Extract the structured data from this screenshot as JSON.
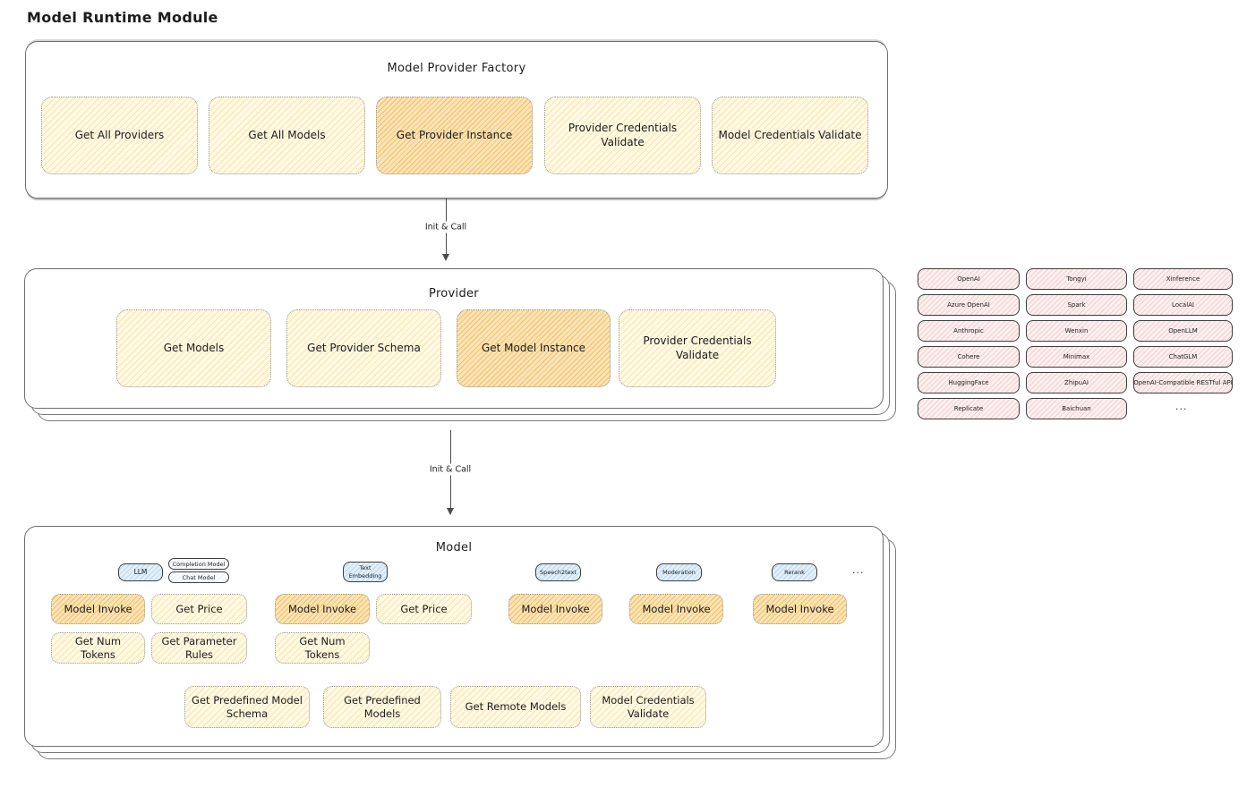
{
  "page_title": "Model Runtime Module",
  "connectors": {
    "top": "Init & Call",
    "bottom": "Init & Call"
  },
  "factory": {
    "title": "Model Provider Factory",
    "methods": [
      {
        "label": "Get All Providers",
        "highlighted": false
      },
      {
        "label": "Get All Models",
        "highlighted": false
      },
      {
        "label": "Get Provider Instance",
        "highlighted": true
      },
      {
        "label": "Provider Credentials Validate",
        "highlighted": false
      },
      {
        "label": "Model Credentials Validate",
        "highlighted": false
      }
    ]
  },
  "provider": {
    "title": "Provider",
    "methods": [
      {
        "label": "Get Models",
        "highlighted": false
      },
      {
        "label": "Get Provider Schema",
        "highlighted": false
      },
      {
        "label": "Get Model Instance",
        "highlighted": true
      },
      {
        "label": "Provider Credentials Validate",
        "highlighted": false
      }
    ]
  },
  "providers_list": {
    "col1": [
      "OpenAI",
      "Azure OpenAI",
      "Anthropic",
      "Cohere",
      "HuggingFace",
      "Replicate"
    ],
    "col2": [
      "Tongyi",
      "Spark",
      "Wenxin",
      "Minimax",
      "ZhipuAI",
      "Baichuan"
    ],
    "col3": [
      "Xinference",
      "LocalAI",
      "OpenLLM",
      "ChatGLM",
      "OpenAI-Compatible RESTful API"
    ],
    "more": "..."
  },
  "model": {
    "title": "Model",
    "tags": {
      "llm": "LLM",
      "completion": "Completion Model",
      "chat": "Chat Model",
      "text_embedding": "Text Embedding",
      "speech2text": "Speech2text",
      "moderation": "Moderation",
      "rerank": "Rerank",
      "more": "..."
    },
    "llm_methods": {
      "invoke": "Model Invoke",
      "price": "Get Price",
      "num_tokens": "Get Num Tokens",
      "param_rules": "Get Parameter Rules"
    },
    "embedding_methods": {
      "invoke": "Model Invoke",
      "price": "Get Price",
      "num_tokens": "Get Num Tokens"
    },
    "speech2text_methods": {
      "invoke": "Model Invoke"
    },
    "moderation_methods": {
      "invoke": "Model Invoke"
    },
    "rerank_methods": {
      "invoke": "Model Invoke"
    },
    "bottom_methods": [
      "Get Predefined Model Schema",
      "Get Predefined Models",
      "Get Remote Models",
      "Model Credentials Validate"
    ]
  },
  "colors": {
    "method_fill": "#FFF9E2",
    "method_hatch": "#E8C570",
    "highlight_fill": "#FAE4B4",
    "highlight_hatch": "#E99C2F",
    "provider_chip_fill": "#FCEFEF",
    "provider_chip_hatch": "#E28B8B",
    "tag_fill": "#E1EFF9",
    "tag_hatch": "#7EAFD8",
    "outline": "#6E6E6E",
    "ink": "#1C1C1C"
  }
}
